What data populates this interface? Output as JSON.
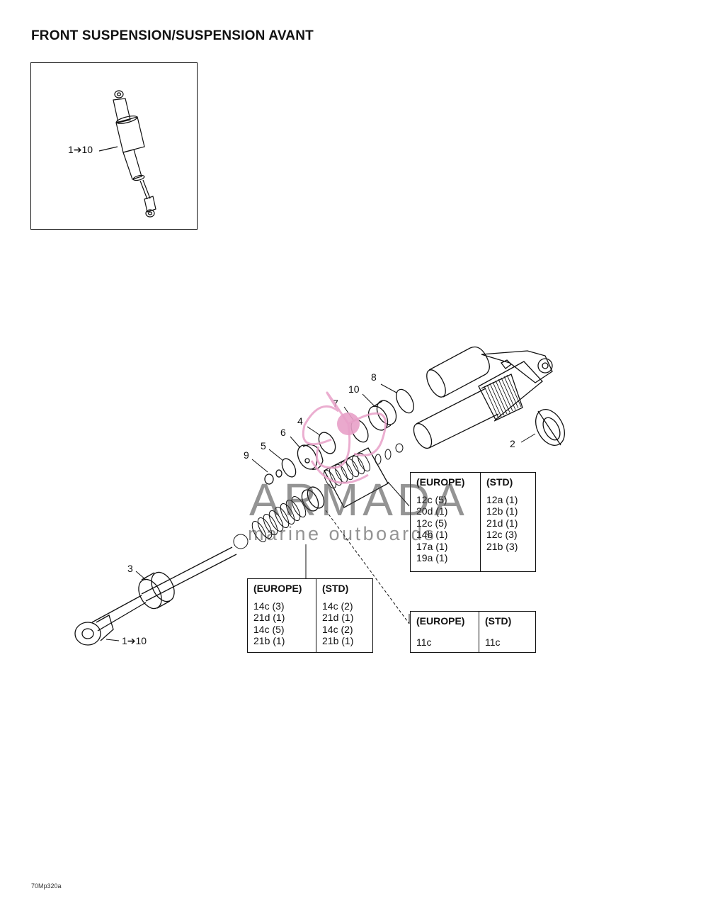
{
  "page": {
    "title": "FRONT SUSPENSION/SUSPENSION AVANT",
    "footer_code": "70Mp320a"
  },
  "inset": {
    "callout": "1➔10"
  },
  "callouts": {
    "c1": "1➔10",
    "c2": "2",
    "c3": "3",
    "c4": "4",
    "c5": "5",
    "c6": "6",
    "c7": "7",
    "c8": "8",
    "c9": "9",
    "c10": "10"
  },
  "tables": {
    "upper": {
      "headers": [
        "(EUROPE)",
        "(STD)"
      ],
      "europe": [
        "12c (5)",
        "20d (1)",
        "12c (5)",
        "14b (1)",
        "17a (1)",
        "19a (1)"
      ],
      "std": [
        "12a (1)",
        "12b (1)",
        "21d (1)",
        "12c (3)",
        "21b (3)"
      ]
    },
    "middle": {
      "headers": [
        "(EUROPE)",
        "(STD)"
      ],
      "europe": [
        "14c (3)",
        "21d (1)",
        "14c (5)",
        "21b (1)"
      ],
      "std": [
        "14c (2)",
        "21d (1)",
        "14c (2)",
        "21b (1)"
      ]
    },
    "lower": {
      "headers": [
        "(EUROPE)",
        "(STD)"
      ],
      "europe": [
        "11c"
      ],
      "std": [
        "11c"
      ]
    }
  },
  "watermark": {
    "brand": "ARMADA",
    "sub": "marine outboards",
    "color": "#e8a0c8"
  }
}
